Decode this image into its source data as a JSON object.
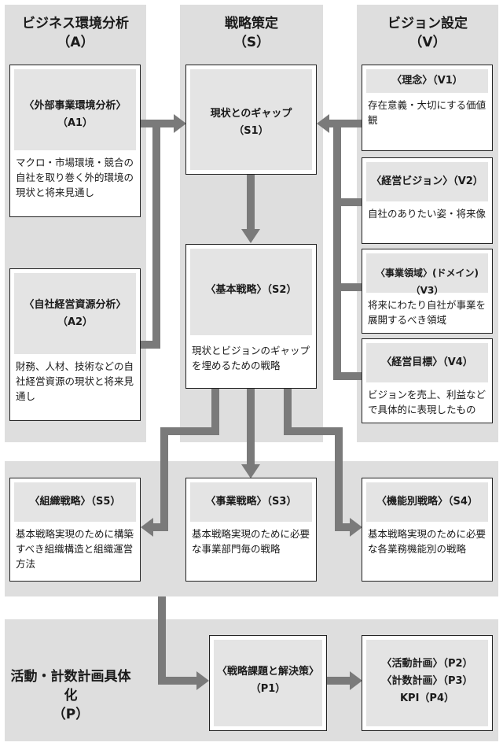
{
  "columns": {
    "a": {
      "title": "ビジネス環境分析",
      "code": "（A）"
    },
    "s": {
      "title": "戦略策定",
      "code": "（S）"
    },
    "v": {
      "title": "ビジョン設定",
      "code": "（V）"
    }
  },
  "plan": {
    "title": "活動・計数計画具体化",
    "code": "（P）"
  },
  "boxes": {
    "a1": {
      "title": "〈外部事業環境分析〉",
      "code": "（A1）",
      "desc": "マクロ・市場環境・競合の自社を取り巻く外的環境の現状と将来見通し"
    },
    "a2": {
      "title": "〈自社経営資源分析〉",
      "code": "（A2）",
      "desc": "財務、人材、技術などの自社経営資源の現状と将来見通し"
    },
    "s1": {
      "title": "現状とのギャップ",
      "code": "（S1）"
    },
    "s2": {
      "title": "〈基本戦略〉（S2）",
      "desc": "現状とビジョンのギャップを埋めるための戦略"
    },
    "v1": {
      "title": "〈理念〉（V1）",
      "desc": "存在意義・大切にする価値観"
    },
    "v2": {
      "title": "〈経営ビジョン〉（V2）",
      "desc": "自社のありたい姿・将来像"
    },
    "v3": {
      "title": "〈事業領域〉(ドメイン)（V3）",
      "desc": "将来にわたり自社が事業を展開するべき領域"
    },
    "v4": {
      "title": "〈経営目標〉（V4）",
      "desc": "ビジョンを売上、利益などで具体的に表現したもの"
    },
    "s5": {
      "title": "〈組織戦略〉（S5）",
      "desc": "基本戦略実現のために構築すべき組織構造と組織運営方法"
    },
    "s3": {
      "title": "〈事業戦略〉（S3）",
      "desc": "基本戦略実現のために必要な事業部門毎の戦略"
    },
    "s4": {
      "title": "〈機能別戦略〉（S4）",
      "desc": "基本戦略実現のために必要な各業務機能別の戦略"
    },
    "p1": {
      "title": "〈戦略課題と解決策〉",
      "code": "（P1）"
    },
    "p2": {
      "line1": "〈活動計画〉（P2）",
      "line2": "〈計数計画〉（P3）",
      "line3": "KPI（P4）"
    }
  },
  "colors": {
    "band": "#dedede",
    "arrow": "#7a7a7a",
    "title_bg": "#e4e4e4"
  }
}
